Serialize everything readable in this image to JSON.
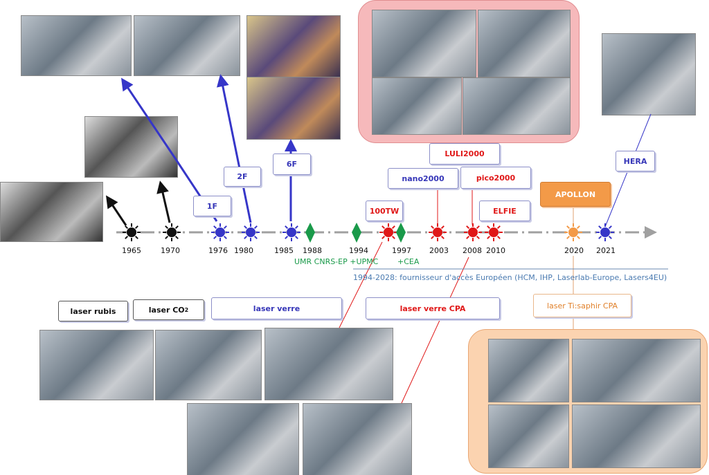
{
  "timeline": {
    "years": [
      "1965",
      "1970",
      "1976",
      "1980",
      "1985",
      "1988",
      "1994",
      "1997",
      "2003",
      "2008",
      "2010",
      "2020",
      "2021"
    ],
    "partners": {
      "umr": "UMR CNRS-EP +UPMC",
      "cea": "+CEA"
    },
    "european_access": "1994-2028: fournisseur d'accès Européen (HCM, IHP, Laserlab-Europe, Lasers4EU)"
  },
  "facilities": {
    "f1": "1F",
    "f2": "2F",
    "f6": "6F",
    "tw100": "100TW",
    "nano": "nano2000",
    "luli": "LULI2000",
    "pico": "pico2000",
    "elfie": "ELFIE",
    "apollon": "APOLLON",
    "hera": "HERA"
  },
  "laser_types": {
    "rubis": "laser rubis",
    "co2": "laser CO",
    "co2_sub": "2",
    "verre": "laser verre",
    "verre_cpa": "laser verre CPA",
    "tisaphir": "laser Ti:saphir CPA"
  },
  "colors": {
    "black": "#111111",
    "blue": "#3636c8",
    "red": "#e01818",
    "orange": "#f39a48",
    "green": "#1a9a4a",
    "axis": "#a0a0a0"
  }
}
